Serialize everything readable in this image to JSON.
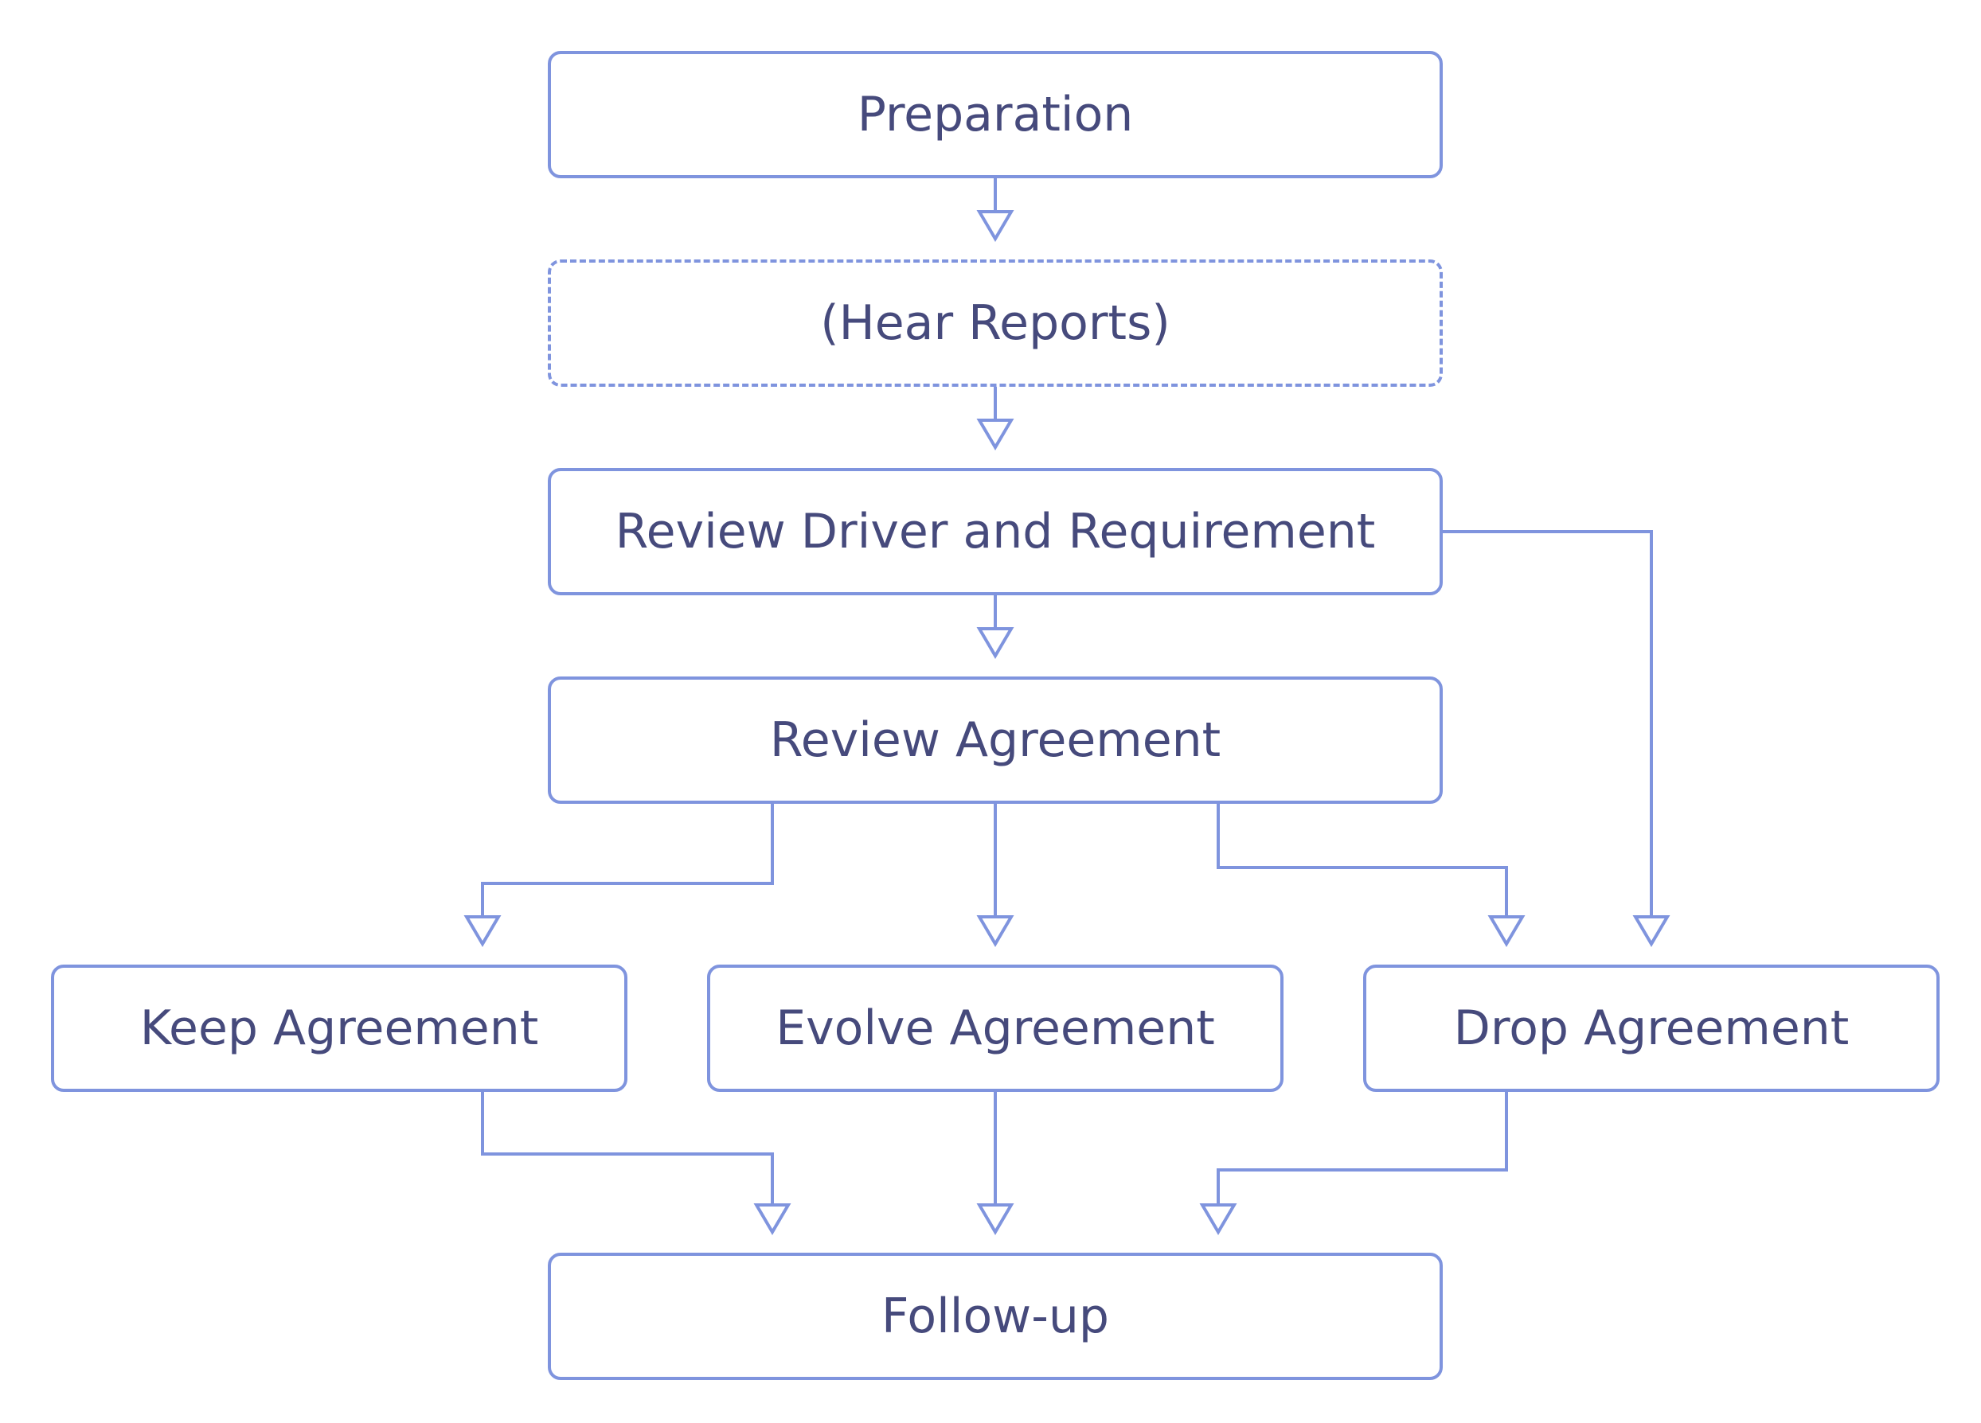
{
  "colors": {
    "stroke": "#7f94de",
    "text": "#464a7c",
    "background": "#ffffff"
  },
  "nodes": {
    "preparation": {
      "label": "Preparation"
    },
    "hear_reports": {
      "label": "(Hear Reports)",
      "optional": true
    },
    "review_driver": {
      "label": "Review Driver and Requirement"
    },
    "review_agreement": {
      "label": "Review Agreement"
    },
    "keep_agreement": {
      "label": "Keep Agreement"
    },
    "evolve_agreement": {
      "label": "Evolve Agreement"
    },
    "drop_agreement": {
      "label": "Drop Agreement"
    },
    "follow_up": {
      "label": "Follow-up"
    }
  },
  "edges": [
    {
      "from": "preparation",
      "to": "hear_reports"
    },
    {
      "from": "hear_reports",
      "to": "review_driver"
    },
    {
      "from": "review_driver",
      "to": "review_agreement"
    },
    {
      "from": "review_driver",
      "to": "drop_agreement"
    },
    {
      "from": "review_agreement",
      "to": "keep_agreement"
    },
    {
      "from": "review_agreement",
      "to": "evolve_agreement"
    },
    {
      "from": "review_agreement",
      "to": "drop_agreement"
    },
    {
      "from": "keep_agreement",
      "to": "follow_up"
    },
    {
      "from": "evolve_agreement",
      "to": "follow_up"
    },
    {
      "from": "drop_agreement",
      "to": "follow_up"
    }
  ]
}
